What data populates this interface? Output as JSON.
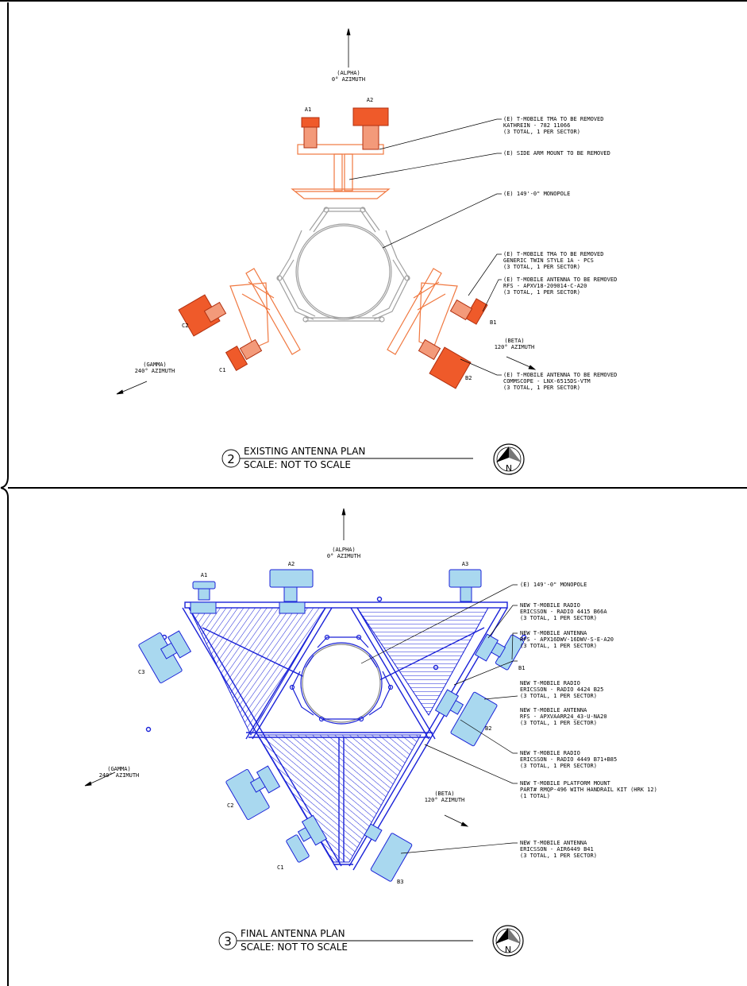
{
  "colors": {
    "existing": "#ef5a2a",
    "existing_line": "#f07840",
    "final_line": "#1a22d8",
    "final_fill": "#a9d8ef",
    "gray": "#a0a0a0"
  },
  "plan2": {
    "number": "2",
    "title": "EXISTING ANTENNA PLAN",
    "scale": "SCALE: NOT TO SCALE",
    "north": "N",
    "alpha": [
      "(ALPHA)",
      "0° AZIMUTH"
    ],
    "beta": [
      "(BETA)",
      "120° AZIMUTH"
    ],
    "gamma": [
      "(GAMMA)",
      "240° AZIMUTH"
    ],
    "antenna_labels": [
      "A1",
      "A2",
      "B1",
      "B2",
      "C1",
      "C2"
    ],
    "callouts": [
      [
        "(E) T-MOBILE TMA TO BE REMOVED",
        "KATHREIN - 782 11066",
        "(3 TOTAL, 1 PER SECTOR)"
      ],
      [
        "(E) SIDE ARM MOUNT TO BE REMOVED"
      ],
      [
        "(E) 149'-0\" MONOPOLE"
      ],
      [
        "(E) T-MOBILE TMA TO BE REMOVED",
        "GENERIC TWIN STYLE 1A - PCS",
        "(3 TOTAL, 1 PER SECTOR)"
      ],
      [
        "(E) T-MOBILE ANTENNA TO BE REMOVED",
        "RFS - APXV18-209014-C-A20",
        "(3 TOTAL, 1 PER SECTOR)"
      ],
      [
        "(E) T-MOBILE ANTENNA TO BE REMOVED",
        "COMMSCOPE - LNX-6515DS-VTM",
        "(3 TOTAL, 1 PER SECTOR)"
      ]
    ]
  },
  "plan3": {
    "number": "3",
    "title": "FINAL ANTENNA PLAN",
    "scale": "SCALE: NOT TO SCALE",
    "north": "N",
    "alpha": [
      "(ALPHA)",
      "0° AZIMUTH"
    ],
    "beta": [
      "(BETA)",
      "120° AZIMUTH"
    ],
    "gamma": [
      "(GAMMA)",
      "240° AZIMUTH"
    ],
    "antenna_labels": [
      "A1",
      "A2",
      "A3",
      "B1",
      "B2",
      "B3",
      "C1",
      "C2",
      "C3"
    ],
    "callouts": [
      [
        "(E) 149'-0\" MONOPOLE"
      ],
      [
        "NEW T-MOBILE RADIO",
        "ERICSSON - RADIO 4415 B66A",
        "(3 TOTAL, 1 PER SECTOR)"
      ],
      [
        "NEW T-MOBILE ANTENNA",
        "RFS - APX16DWV-16DWV-S-E-A20",
        "(3 TOTAL, 1 PER SECTOR)"
      ],
      [
        "NEW T-MOBILE RADIO",
        "ERICSSON - RADIO 4424 B25",
        "(3 TOTAL, 1 PER SECTOR)"
      ],
      [
        "NEW T-MOBILE ANTENNA",
        "RFS - APXVAARR24_43-U-NA20",
        "(3 TOTAL, 1 PER SECTOR)"
      ],
      [
        "NEW T-MOBILE RADIO",
        "ERICSSON - RADIO 4449 B71+B85",
        "(3 TOTAL, 1 PER SECTOR)"
      ],
      [
        "NEW T-MOBILE PLATFORM MOUNT",
        "PART# RMQP-496 WITH HANDRAIL KIT (HRK 12)",
        "(1 TOTAL)"
      ],
      [
        "NEW T-MOBILE ANTENNA",
        "ERICSSON - AIR6449 B41",
        "(3 TOTAL, 1 PER SECTOR)"
      ]
    ]
  }
}
